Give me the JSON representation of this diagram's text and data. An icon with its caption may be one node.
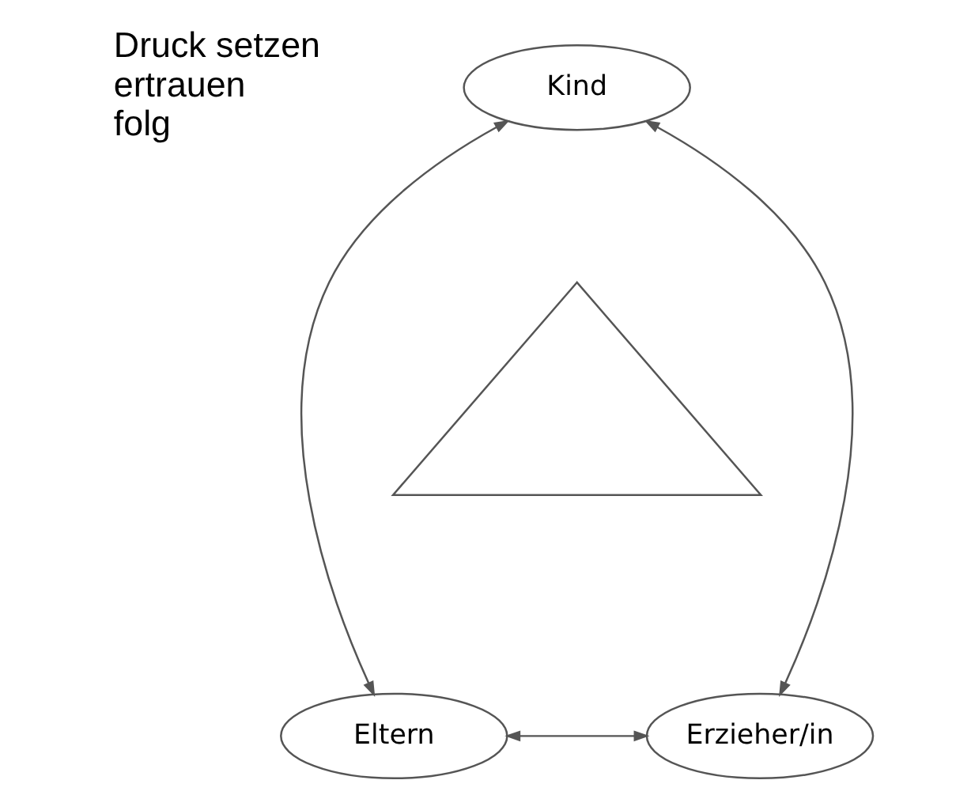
{
  "diagram": {
    "nodes": [
      {
        "text": [
          "Kind"
        ]
      },
      {
        "text": [],
        "shape": "triangle"
      },
      {
        "text": [
          "Eltern"
        ]
      },
      {
        "text": [
          "Erzieher/in"
        ]
      }
    ],
    "edges": [
      {
        "from": 0,
        "to": 2,
        "arrow": "both"
      },
      {
        "from": 0,
        "to": 3,
        "arrow": "both"
      },
      {
        "from": 2,
        "to": 3,
        "arrow": "both"
      }
    ],
    "labels": [
      "Druck setzen",
      "ertrauen",
      "folg"
    ]
  }
}
